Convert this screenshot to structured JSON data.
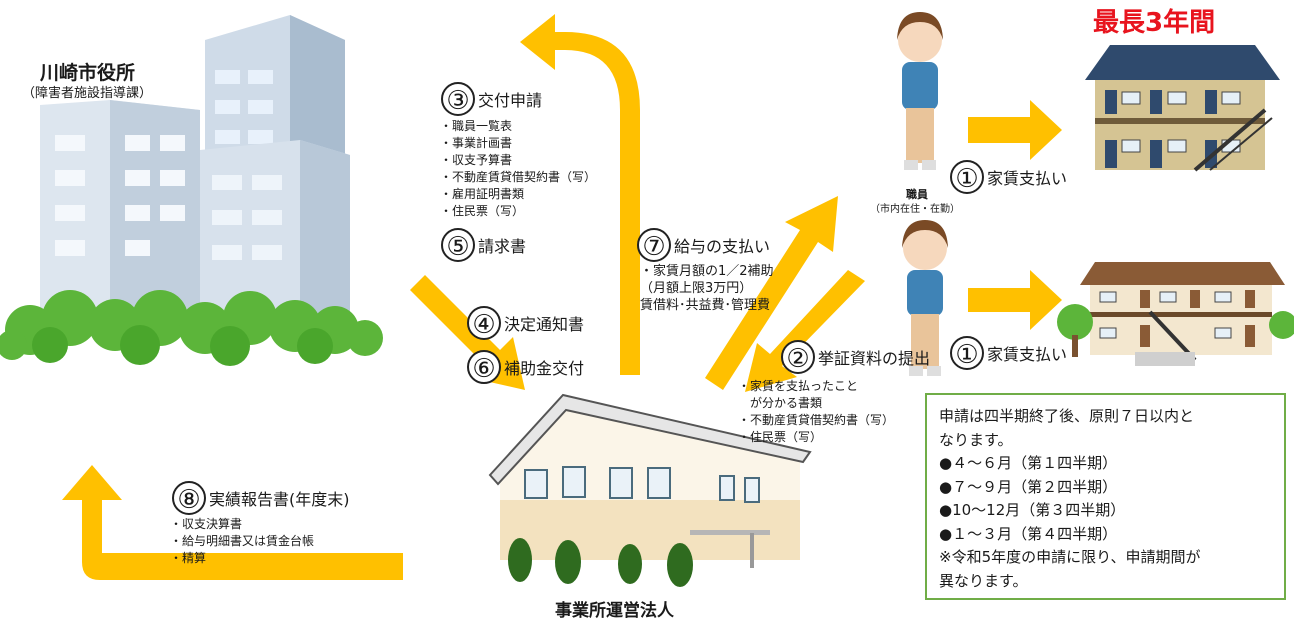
{
  "city_office": {
    "name": "川崎市役所",
    "dept": "（障害者施設指導課）"
  },
  "corporation": {
    "name": "事業所運営法人"
  },
  "headline": "最長3年間",
  "worker": {
    "label": "職員",
    "sub": "（市内在住・在勤）"
  },
  "step1": {
    "num": "①",
    "label": "家賃支払い"
  },
  "step1b": {
    "num": "①",
    "label": "家賃支払い"
  },
  "step2": {
    "num": "②",
    "label": "挙証資料の提出",
    "items": [
      "・家賃を支払ったこと",
      "　が分かる書類",
      "・不動産賃貸借契約書（写）",
      "・住民票（写）"
    ]
  },
  "step3": {
    "num": "③",
    "label": "交付申請",
    "items": [
      "・職員一覧表",
      "・事業計画書",
      "・収支予算書",
      "・不動産賃貸借契約書（写）",
      "・雇用証明書類",
      "・住民票（写）"
    ]
  },
  "step4": {
    "num": "④",
    "label": "決定通知書"
  },
  "step5": {
    "num": "⑤",
    "label": "請求書"
  },
  "step6": {
    "num": "⑥",
    "label": "補助金交付"
  },
  "step7": {
    "num": "⑦",
    "label": "給与の支払い",
    "items": [
      "・家賃月額の1／2補助",
      "（月額上限3万円）",
      "賃借料･共益費･管理費"
    ]
  },
  "step8": {
    "num": "⑧",
    "label": "実績報告書(年度末)",
    "items": [
      "・収支決算書",
      "・給与明細書又は賃金台帳",
      "・精算"
    ]
  },
  "notice": {
    "lines": [
      "申請は四半期終了後、原則７日以内と",
      "なります。",
      "●４～６月（第１四半期）",
      "●７～９月（第２四半期）",
      "●10～12月（第３四半期）",
      "●１～３月（第４四半期）",
      "※令和5年度の申請に限り、申請期間が",
      "異なります。"
    ]
  },
  "colors": {
    "arrow": "#FFC000",
    "headline": "#e8141e",
    "notice_border": "#70ad47"
  },
  "icons": [
    "city-hall-building-icon",
    "office-house-icon",
    "worker-person-icon",
    "apartment-building-icon"
  ]
}
